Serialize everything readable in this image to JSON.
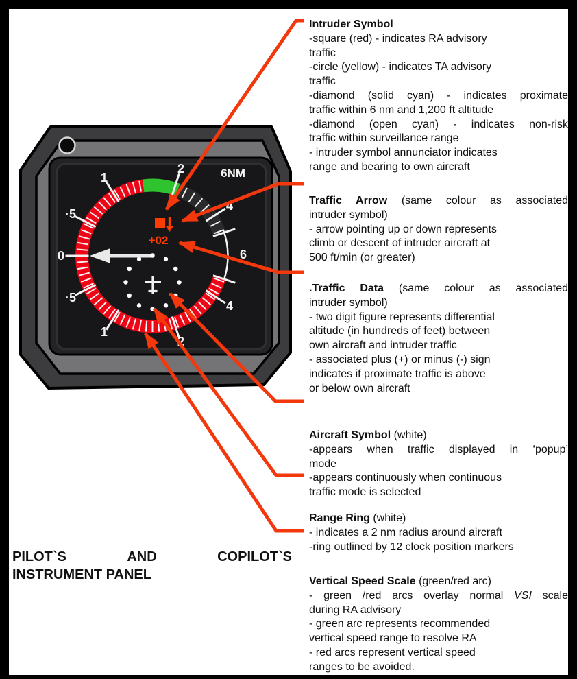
{
  "caption": {
    "words": [
      "PILOT`S",
      "AND",
      "COPILOT`S"
    ],
    "line2": "INSTRUMENT PANEL"
  },
  "instrument": {
    "range_label": "6NM",
    "traffic_data_value": "+02",
    "dial_labels": [
      "2",
      "1",
      "·5",
      "0",
      "·5",
      "1",
      "2",
      "4",
      "6",
      "4"
    ],
    "colors": {
      "band_red": "#ee0617",
      "band_green": "#2fc42f",
      "band_dark": "#2a2a2c",
      "scale_white": "#f2f2f2",
      "intruder_orange": "#ff3c00",
      "leader_red": "#f2380c",
      "screen_black": "#171719",
      "bezel_outer_gray": "#3c3c3e",
      "bezel_inner_gray": "#747477"
    }
  },
  "annotations": [
    {
      "title": "Intruder Symbol",
      "title_rest": "",
      "lines": [
        "-square (red) - indicates RA advisory",
        "traffic",
        "-circle (yellow) - indicates TA advisory",
        "traffic",
        "-diamond (solid cyan) - indicates proximate",
        "traffic within 6 nm and 1,200 ft altitude",
        "-diamond (open cyan) - indicates non-risk",
        "traffic within surveillance range",
        "- intruder symbol annunciator indicates",
        "range and bearing to own aircraft"
      ]
    },
    {
      "title": "Traffic Arrow",
      "title_rest": " (same colour as associated",
      "lines": [
        "intruder symbol)",
        "- arrow pointing up or down represents",
        "climb or descent of intruder aircraft at",
        "500 ft/min (or greater)"
      ]
    },
    {
      "title": ".Traffic Data",
      "title_rest": " (same colour as associated",
      "lines": [
        "intruder symbol)",
        "- two digit figure represents differential",
        "altitude (in hundreds of feet) between",
        "own aircraft and intruder traffic",
        "- associated plus (+) or minus (-) sign",
        "indicates if proximate traffic is above",
        "or below own aircraft"
      ]
    },
    {
      "title": "Aircraft Symbol",
      "title_rest": " (white)",
      "lines": [
        "-appears when traffic displayed in ‘popup’",
        "mode",
        "-appears continuously when continuous",
        "traffic mode is selected"
      ]
    },
    {
      "title": "Range Ring",
      "title_rest": " (white)",
      "lines": [
        "- indicates a 2 nm radius around aircraft",
        "-ring outlined by 12 clock position markers"
      ]
    },
    {
      "title": "Vertical Speed Scale",
      "title_rest": " (green/red arc)",
      "vsi_line": {
        "pre": "- green /red arcs overlay normal ",
        "italic": "VSI",
        "post": " scale"
      },
      "lines": [
        "during RA advisory",
        "- green arc represents recommended",
        "vertical speed range to resolve RA",
        "- red arcs represent vertical speed",
        "ranges to be avoided."
      ]
    }
  ]
}
